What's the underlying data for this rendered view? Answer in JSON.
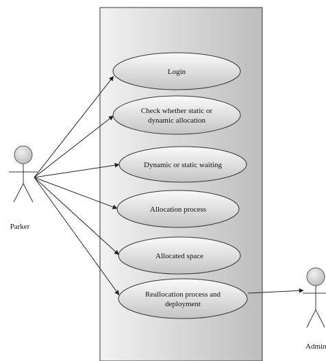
{
  "actors": {
    "parker": {
      "label": "Parker"
    },
    "admin": {
      "label": "Admin"
    }
  },
  "use_cases": [
    {
      "id": "login",
      "lines": [
        "Login"
      ]
    },
    {
      "id": "check-allocation",
      "lines": [
        "Check whether static or",
        "dynamic allocation"
      ]
    },
    {
      "id": "waiting",
      "lines": [
        "Dynamic or static waiting"
      ]
    },
    {
      "id": "allocation-process",
      "lines": [
        "Allocation process"
      ]
    },
    {
      "id": "allocated-space",
      "lines": [
        "Allocated space"
      ]
    },
    {
      "id": "reallocation",
      "lines": [
        "Reallocation process and",
        "deployment"
      ]
    }
  ],
  "colors": {
    "system_box_light": "#f2f2f2",
    "system_box_dark": "#bdbdbd",
    "ellipse_light": "#fafafa",
    "ellipse_dark": "#c4c4c4",
    "actor_head": "#cfcfcf",
    "stroke": "#333333"
  }
}
